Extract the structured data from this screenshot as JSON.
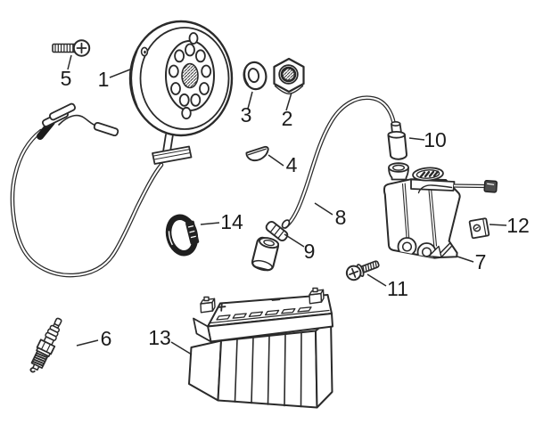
{
  "diagram": {
    "type": "exploded-parts-diagram",
    "colors": {
      "background": "#ffffff",
      "line": "#2a2a2a"
    },
    "parts": [
      {
        "label": "1",
        "name": "flywheel-magneto-rotor"
      },
      {
        "label": "2",
        "name": "flange-nut"
      },
      {
        "label": "3",
        "name": "washer"
      },
      {
        "label": "4",
        "name": "woodruff-key"
      },
      {
        "label": "5",
        "name": "screw"
      },
      {
        "label": "6",
        "name": "spark-plug"
      },
      {
        "label": "7",
        "name": "ignition-coil-unit"
      },
      {
        "label": "8",
        "name": "spark-plug-cable"
      },
      {
        "label": "9",
        "name": "spark-plug-cap"
      },
      {
        "label": "10",
        "name": "protection-boot"
      },
      {
        "label": "11",
        "name": "screw"
      },
      {
        "label": "12",
        "name": "clip-nut"
      },
      {
        "label": "13",
        "name": "battery"
      },
      {
        "label": "14",
        "name": "clamp"
      }
    ]
  }
}
